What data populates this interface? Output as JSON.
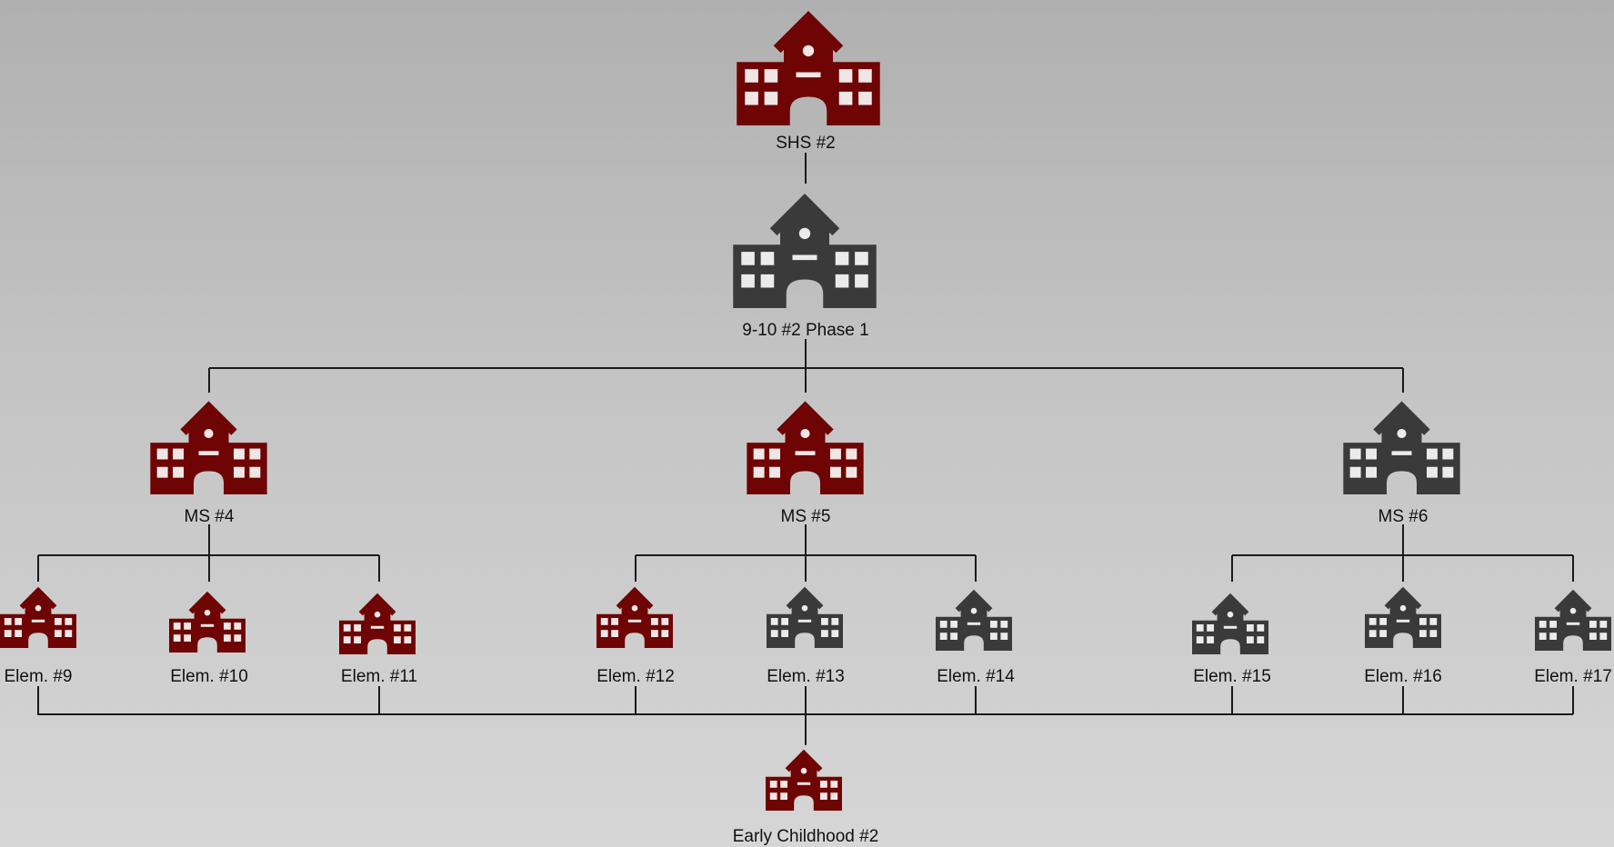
{
  "colors": {
    "red": "#6e0404",
    "gray": "#3a3a3a",
    "line": "#1a1a1a",
    "text": "#111111"
  },
  "icon": "school-building-icon",
  "nodes": [
    {
      "id": "shs2",
      "label": "SHS #2",
      "color": "red"
    },
    {
      "id": "p910",
      "label": "9-10 #2 Phase 1",
      "color": "gray"
    },
    {
      "id": "ms4",
      "label": "MS #4",
      "color": "red"
    },
    {
      "id": "ms5",
      "label": "MS #5",
      "color": "red"
    },
    {
      "id": "ms6",
      "label": "MS #6",
      "color": "gray"
    },
    {
      "id": "e9",
      "label": "Elem. #9",
      "color": "red"
    },
    {
      "id": "e10",
      "label": "Elem. #10",
      "color": "red"
    },
    {
      "id": "e11",
      "label": "Elem. #11",
      "color": "red"
    },
    {
      "id": "e12",
      "label": "Elem. #12",
      "color": "red"
    },
    {
      "id": "e13",
      "label": "Elem. #13",
      "color": "gray"
    },
    {
      "id": "e14",
      "label": "Elem. #14",
      "color": "gray"
    },
    {
      "id": "e15",
      "label": "Elem. #15",
      "color": "gray"
    },
    {
      "id": "e16",
      "label": "Elem. #16",
      "color": "gray"
    },
    {
      "id": "e17",
      "label": "Elem. #17",
      "color": "gray"
    },
    {
      "id": "ec2",
      "label": "Early Childhood #2",
      "color": "red"
    }
  ]
}
